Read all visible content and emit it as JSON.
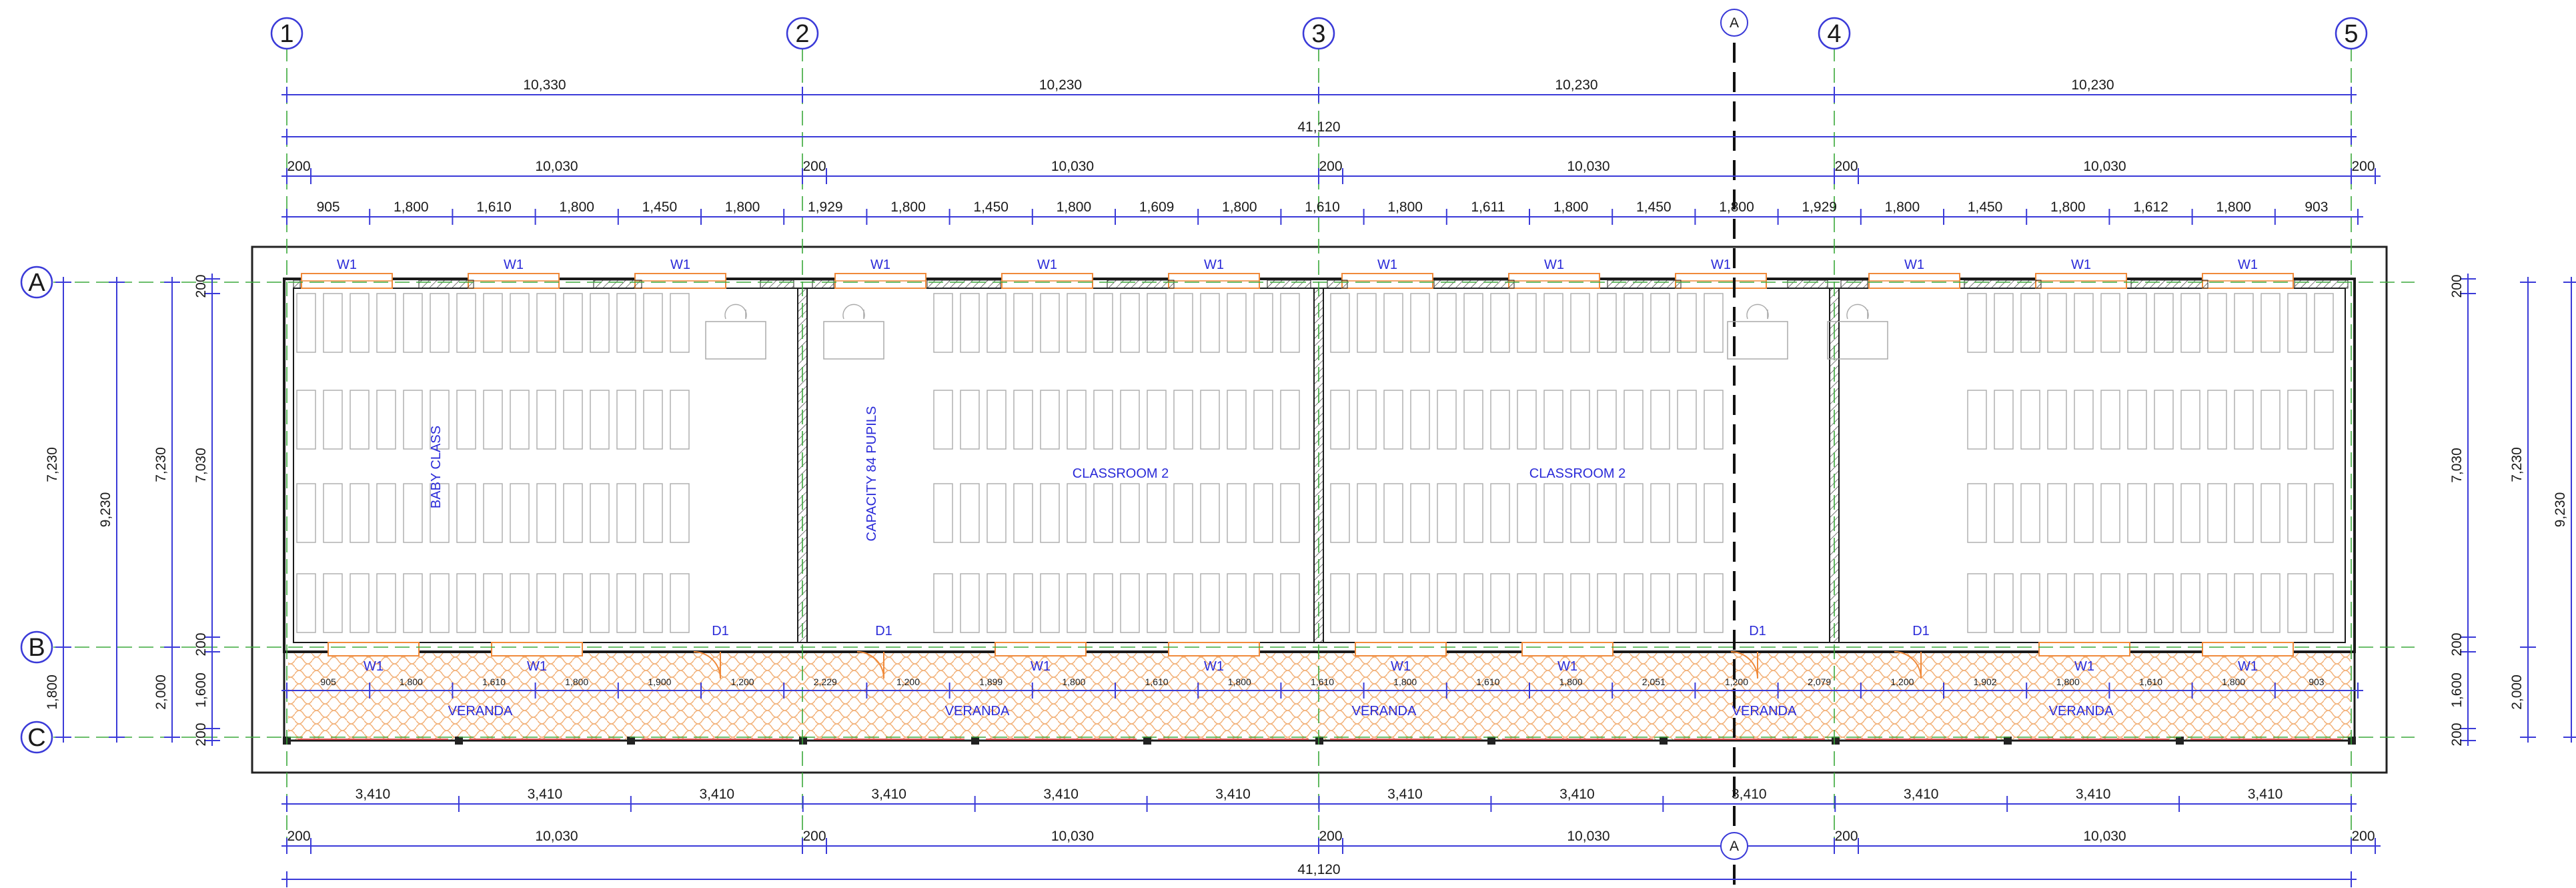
{
  "grid": {
    "columns": [
      "1",
      "2",
      "3",
      "4",
      "5"
    ],
    "rows": [
      "A",
      "B",
      "C"
    ],
    "section_marker": "A"
  },
  "top_dims": {
    "row1": [
      "10,330",
      "10,230",
      "10,230",
      "10,230"
    ],
    "row2": "41,120",
    "row3": [
      "200",
      "10,030",
      "200",
      "10,030",
      "200",
      "10,030",
      "200",
      "10,030",
      "200"
    ],
    "row4": [
      "905",
      "1,800",
      "1,610",
      "1,800",
      "1,450",
      "1,800",
      "1,929",
      "1,800",
      "1,450",
      "1,800",
      "1,609",
      "1,800",
      "1,610",
      "1,800",
      "1,611",
      "1,800",
      "1,450",
      "1,800",
      "1,929",
      "1,800",
      "1,450",
      "1,800",
      "1,612",
      "1,800",
      "903"
    ]
  },
  "veranda_dims": [
    "905",
    "1,800",
    "1,610",
    "1,800",
    "1,900",
    "1,200",
    "2,229",
    "1,200",
    "1,899",
    "1,800",
    "1,610",
    "1,800",
    "1,610",
    "1,800",
    "1,610",
    "1,800",
    "2,051",
    "1,200",
    "2,079",
    "1,200",
    "1,902",
    "1,800",
    "1,610",
    "1,800",
    "903"
  ],
  "bottom_dims": {
    "row1": [
      "3,410",
      "3,410",
      "3,410",
      "3,410",
      "3,410",
      "3,410",
      "3,410",
      "3,410",
      "3,410",
      "3,410",
      "3,410",
      "3,410"
    ],
    "row2": [
      "200",
      "10,030",
      "200",
      "10,030",
      "200",
      "10,030",
      "200",
      "10,030",
      "200"
    ],
    "row3": "41,120"
  },
  "left_dims": {
    "outer": [
      "7,230",
      "1,800"
    ],
    "total": "9,230",
    "middle": [
      "7,230",
      "2,000"
    ],
    "inner": [
      "200",
      "7,030",
      "200",
      "1,600",
      "200"
    ]
  },
  "right_dims": {
    "inner": [
      "200",
      "7,030",
      "200",
      "1,600",
      "200"
    ],
    "middle": [
      "7,230",
      "2,000"
    ],
    "total": "9,230"
  },
  "rooms": {
    "baby_class": "BABY CLASS",
    "capacity": "CAPACITY 84 PUPILS",
    "classroom_a": "CLASSROOM 2",
    "classroom_b": "CLASSROOM 2",
    "veranda": [
      "VERANDA",
      "VERANDA",
      "VERANDA",
      "VERANDA",
      "VERANDA"
    ]
  },
  "tags": {
    "window": "W1",
    "door": "D1"
  },
  "colors": {
    "dimension": "#3a3ad8",
    "grid_line": "#3aa83a",
    "window": "#f08a3a",
    "wall": "#1a1a1a",
    "veranda_hatch": "#f2b27a",
    "section_cut": "#111111",
    "text_label": "#2a2ad8"
  }
}
